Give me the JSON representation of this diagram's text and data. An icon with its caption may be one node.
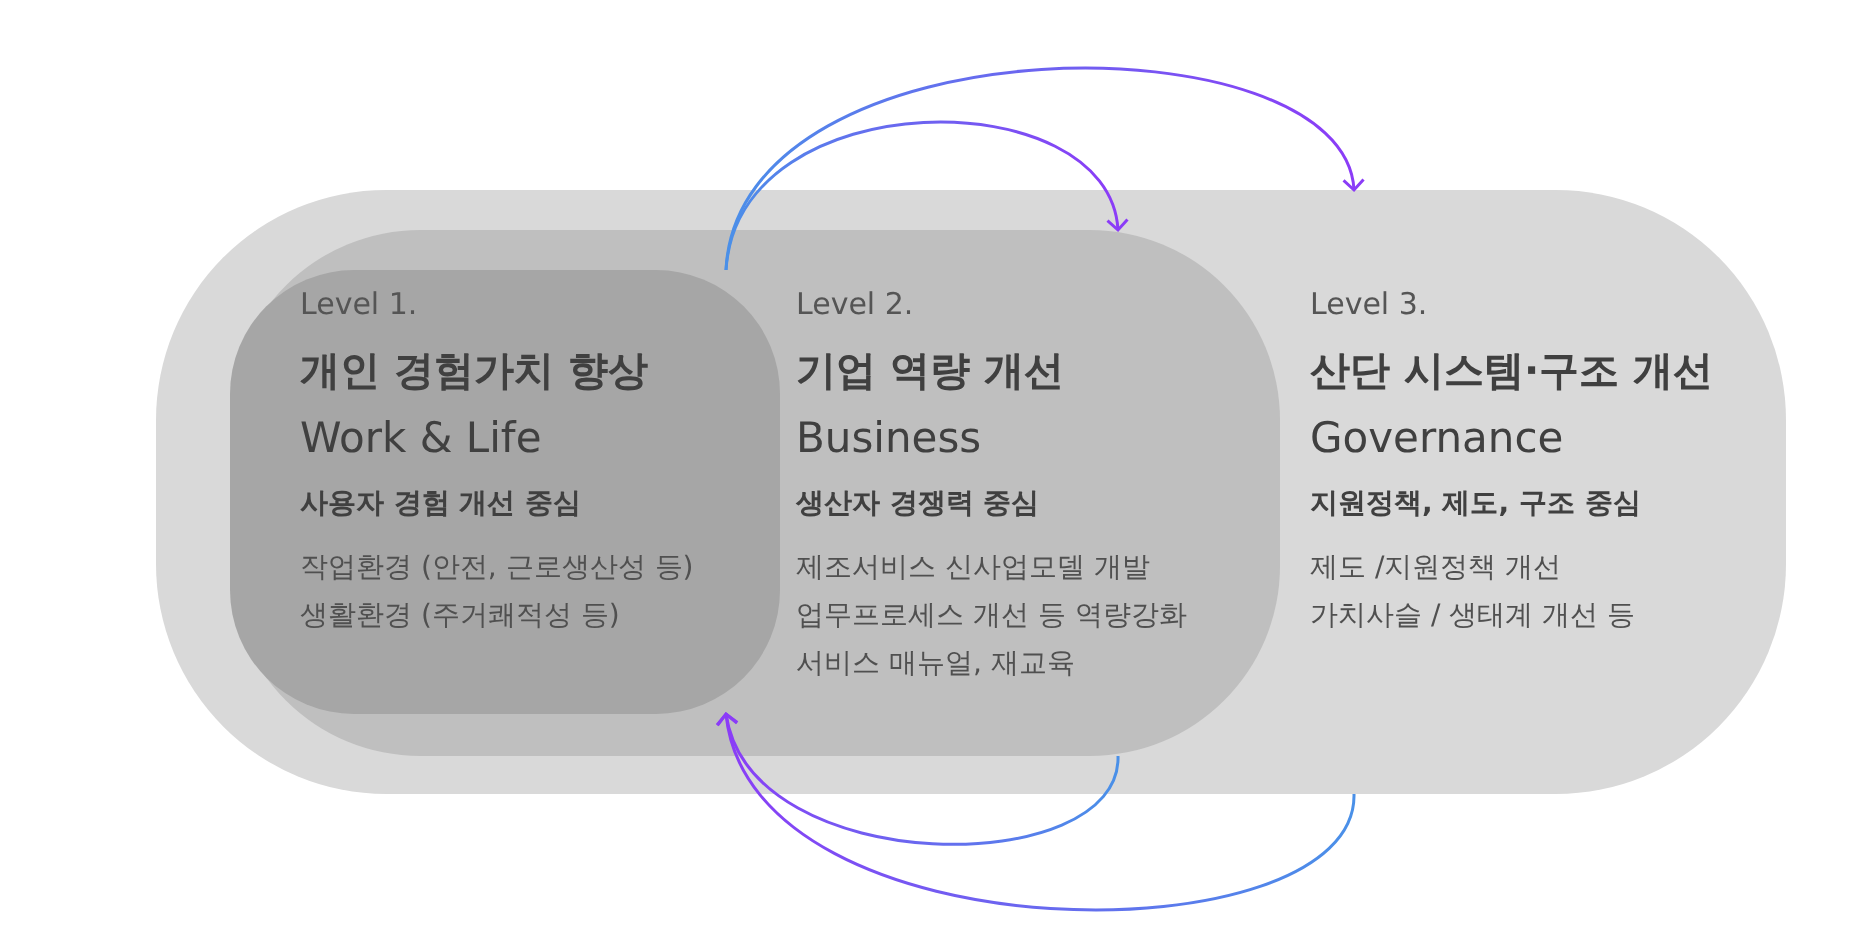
{
  "diagram": {
    "nodes": [
      {
        "text": [
          "Level 3.",
          "산단  시스템·구조 개선",
          "Governance",
          "지원정책, 제도, 구조 중심",
          "제도  /지원정책 개선",
          "가치사슬  / 생태계 개선 등"
        ]
      },
      {
        "text": [
          "Level 2.",
          "기업 역량 개선",
          "Business",
          "생산자 경쟁력 중심",
          "제조서비스 신사업모델 개발",
          "업무프로세스 개선 등 역량강화",
          "서비스 매뉴얼, 재교육"
        ],
        "in": 0
      },
      {
        "text": [
          "Level 1.",
          "개인 경험가치 향상",
          "Work & Life",
          "사용자 경험 개선 중심",
          "작업환경 (안전, 근로생산성 등)",
          "생활환경 (주거쾌적성 등)"
        ],
        "in": 1
      }
    ],
    "edges": [
      {
        "from": 2,
        "to": 1,
        "arrow": "to"
      },
      {
        "from": 2,
        "to": 0,
        "arrow": "to"
      },
      {
        "from": 1,
        "to": 2,
        "arrow": "to"
      },
      {
        "from": 0,
        "to": 2,
        "arrow": "to"
      }
    ]
  }
}
